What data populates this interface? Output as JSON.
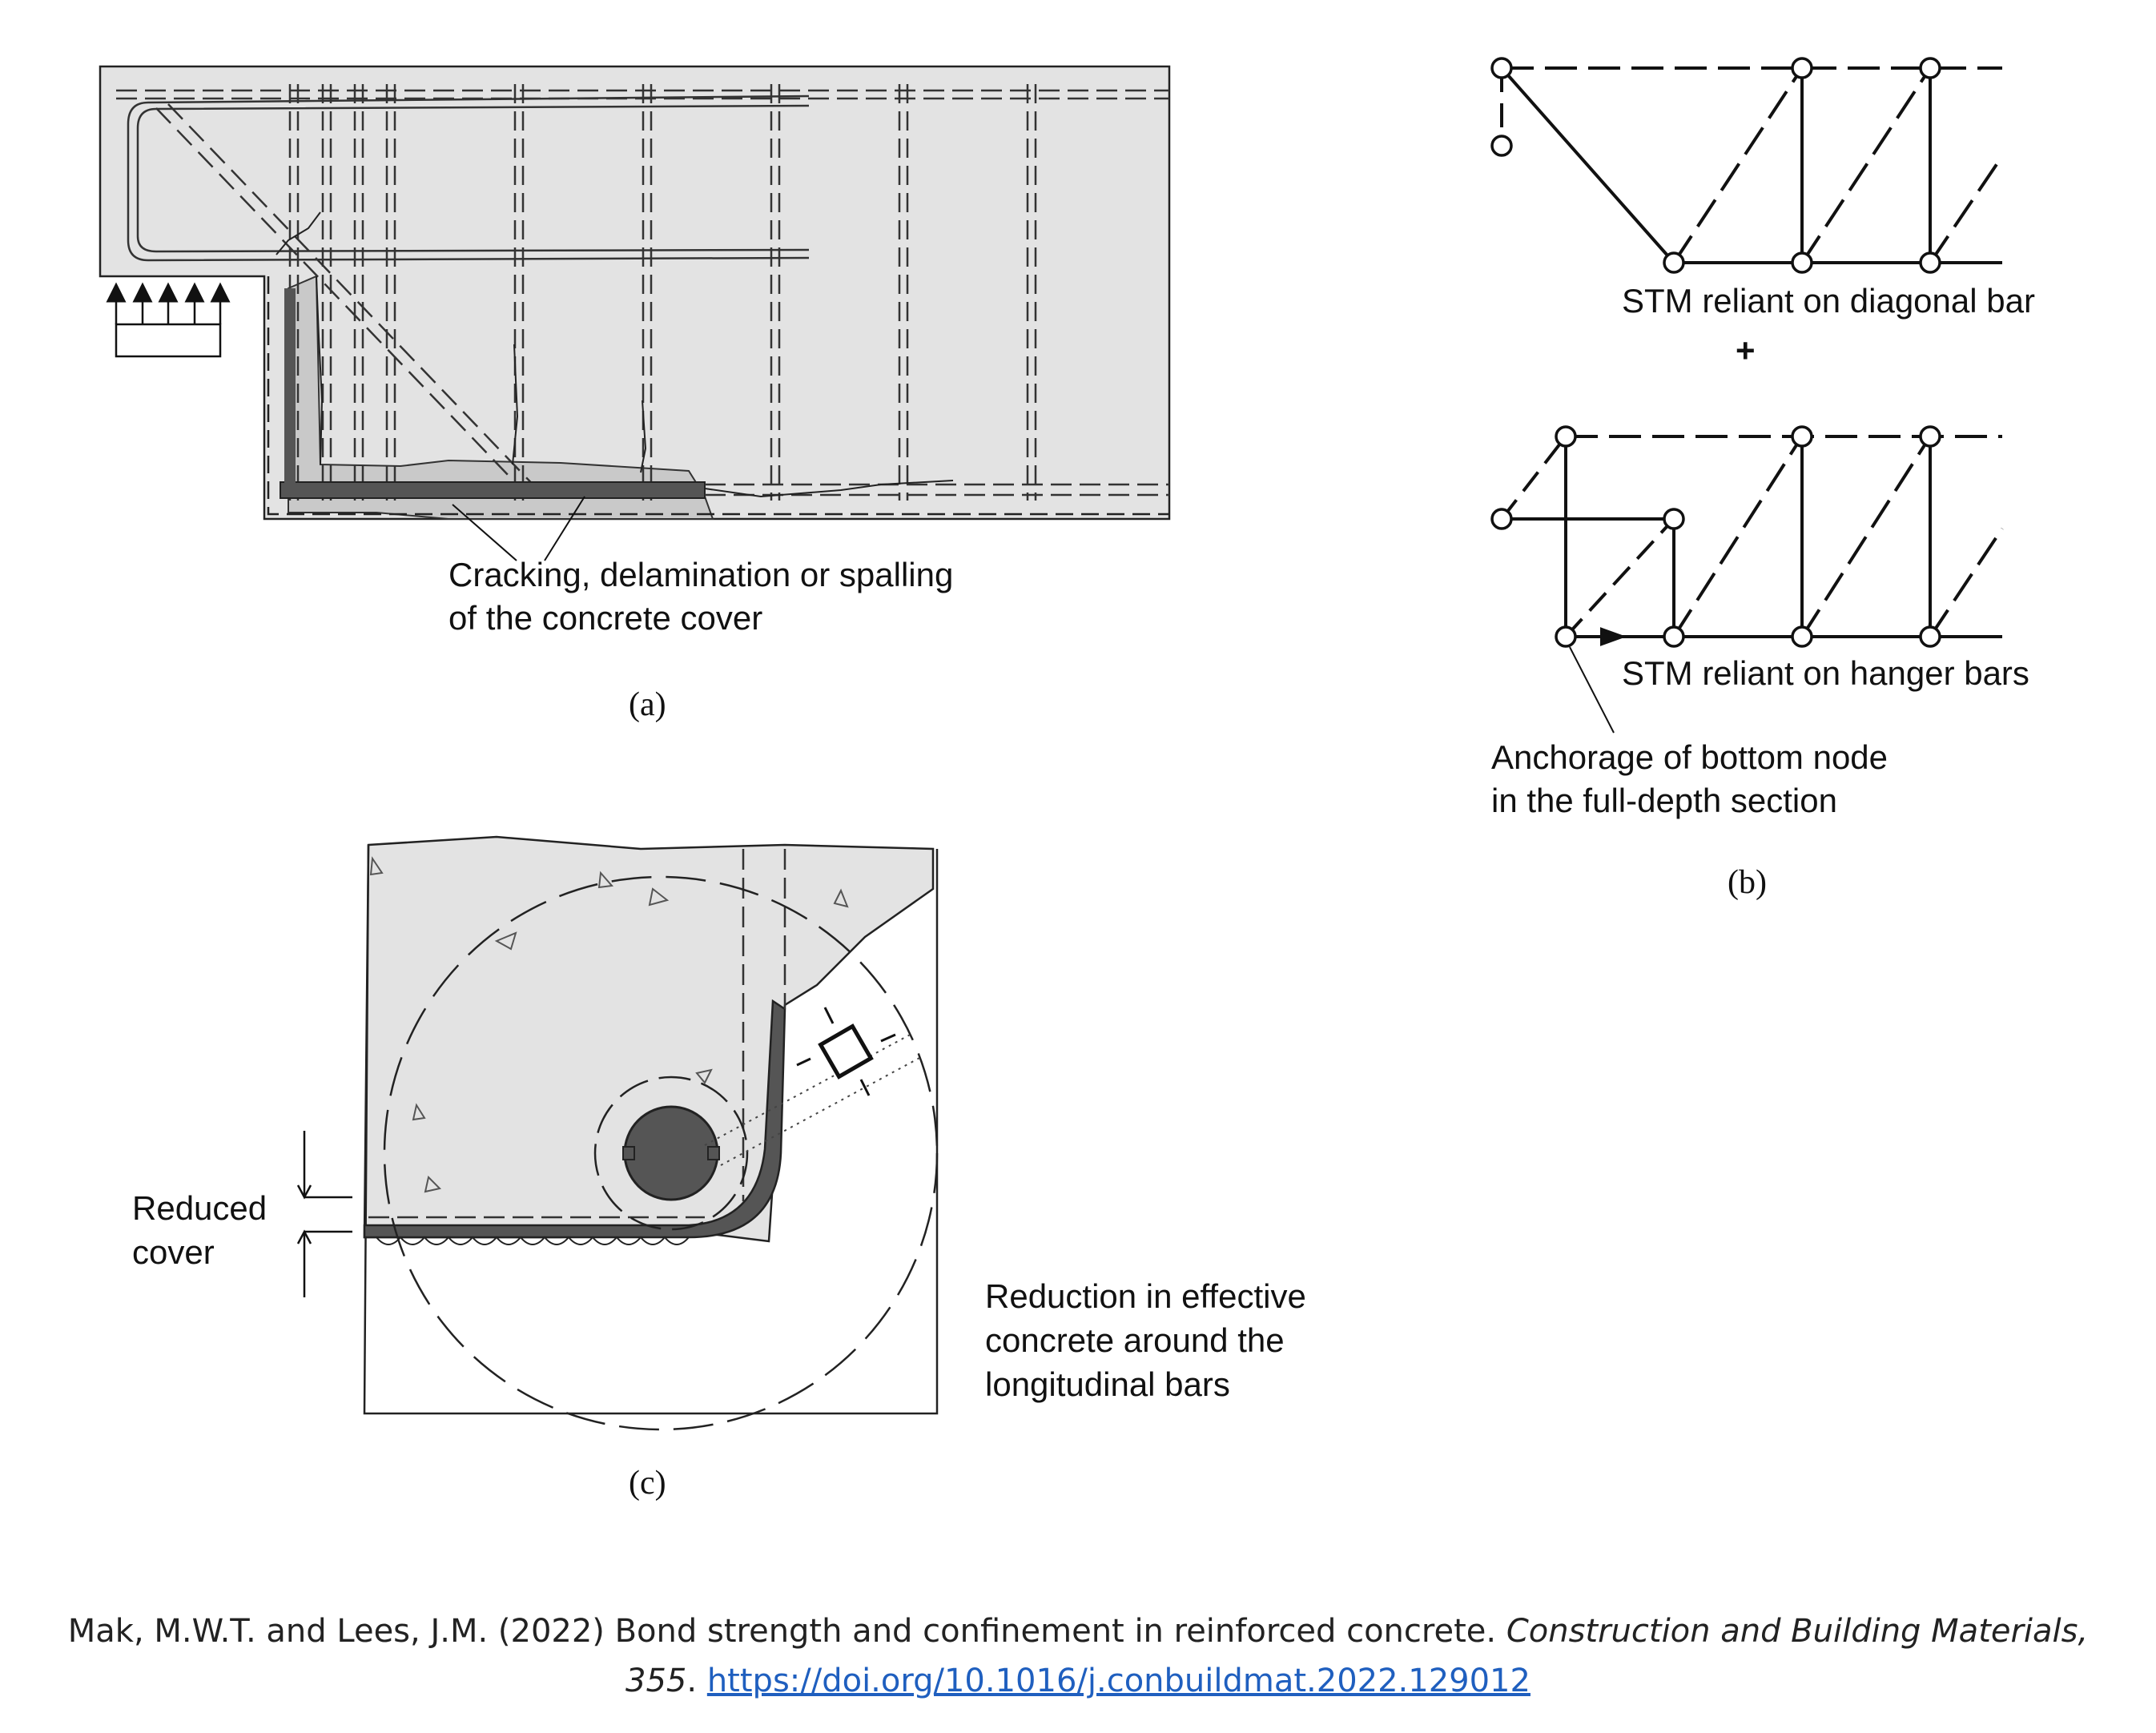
{
  "panel_a": {
    "caption": "(a)",
    "annotation_line1": "Cracking, delamination or spalling",
    "annotation_line2": "of the concrete cover"
  },
  "panel_b": {
    "caption": "(b)",
    "top_model_label": "STM reliant on diagonal bar",
    "plus_sign": "+",
    "bottom_model_label": "STM reliant on hanger bars",
    "anchorage_line1": "Anchorage of bottom node",
    "anchorage_line2": "in the full-depth section"
  },
  "panel_c": {
    "caption": "(c)",
    "cover_line1": "Reduced",
    "cover_line2": "cover",
    "reduction_line1": "Reduction in effective",
    "reduction_line2": "concrete around the",
    "reduction_line3": "longitudinal bars"
  },
  "citation": {
    "authors": "Mak, M.W.T. and Lees, J.M. (2022) Bond strength and confinement in reinforced concrete. ",
    "journal": "Construction and Building Materials,",
    "volume": "355",
    "separator": ". ",
    "doi_url": "https://doi.org/10.1016/j.conbuildmat.2022.129012"
  },
  "colors": {
    "concrete": "#e3e3e3",
    "spalled": "#c8c8c8",
    "rebar": "#555555",
    "ink": "#111111",
    "link": "#1f5fbf"
  }
}
